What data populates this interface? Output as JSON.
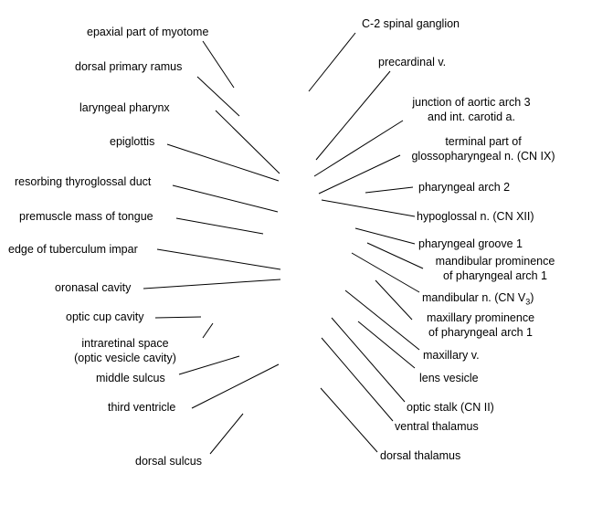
{
  "labels_left": {
    "epaxial": "epaxial part of myotome",
    "dorsal_primary_ramus": "dorsal primary ramus",
    "laryngeal_pharynx": "laryngeal pharynx",
    "epiglottis": "epiglottis",
    "resorbing_thyroglossal": "resorbing thyroglossal duct",
    "premuscle_tongue": "premuscle mass of tongue",
    "tuberculum_impar": "edge of tuberculum impar",
    "oronasal_cavity": "oronasal cavity",
    "optic_cup_cavity": "optic cup cavity",
    "intraretinal_line1": "intraretinal space",
    "intraretinal_line2": "(optic vesicle cavity)",
    "middle_sulcus": "middle sulcus",
    "third_ventricle": "third ventricle",
    "dorsal_sulcus": "dorsal sulcus"
  },
  "labels_right": {
    "c2_ganglion": "C-2 spinal ganglion",
    "precardinal": "precardinal v.",
    "junction_line1": "junction of aortic arch 3",
    "junction_line2": "and int. carotid a.",
    "terminal_line1": "terminal part of",
    "terminal_line2": "glossopharyngeal n. (CN IX)",
    "pharyngeal_arch2": "pharyngeal arch 2",
    "hypoglossal": "hypoglossal n. (CN XII)",
    "pharyngeal_groove1": "pharyngeal groove 1",
    "mandibular_prom_line1": "mandibular prominence",
    "mandibular_prom_line2": "of pharyngeal arch 1",
    "mandibular_n_text": "mandibular n. (CN V",
    "mandibular_n_sub": "3",
    "mandibular_n_close": ")",
    "maxillary_prom_line1": "maxillary prominence",
    "maxillary_prom_line2": "of pharyngeal arch 1",
    "maxillary_v": "maxillary v.",
    "lens_vesicle": "lens vesicle",
    "optic_stalk": "optic stalk (CN II)",
    "ventral_thalamus": "ventral thalamus",
    "dorsal_thalamus": "dorsal thalamus"
  },
  "colors": {
    "line": "#000000",
    "text": "#000000",
    "background": "#ffffff"
  }
}
